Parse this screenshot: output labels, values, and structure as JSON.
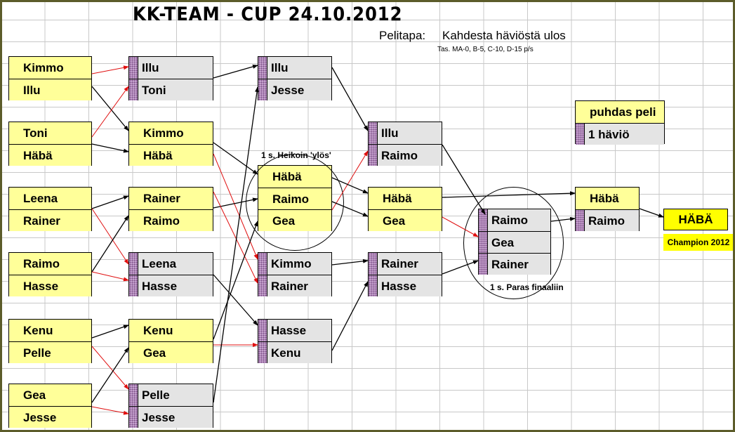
{
  "title": "KK-TEAM - CUP 24.10.2012",
  "game_format": {
    "label": "Pelitapa:",
    "value": "Kahdesta häviöstä ulos"
  },
  "scoring": "Tas. MA-0, B-5, C-10, D-15 p/s",
  "legend": {
    "clean": "puhdas peli",
    "one_loss": "1 häviö"
  },
  "round1": [
    {
      "top": "Kimmo",
      "bottom": "Illu"
    },
    {
      "top": "Toni",
      "bottom": "Häbä"
    },
    {
      "top": "Leena",
      "bottom": "Rainer"
    },
    {
      "top": "Raimo",
      "bottom": "Hasse"
    },
    {
      "top": "Kenu",
      "bottom": "Pelle"
    },
    {
      "top": "Gea",
      "bottom": "Jesse"
    }
  ],
  "round2": {
    "loser_illu_toni": {
      "top": "Illu",
      "bottom": "Toni"
    },
    "winner_kimmo_haba": {
      "top": "Kimmo",
      "bottom": "Häbä"
    },
    "winner_rainer_raimo": {
      "top": "Rainer",
      "bottom": "Raimo"
    },
    "loser_leena_hasse": {
      "top": "Leena",
      "bottom": "Hasse"
    },
    "winner_kenu_gea": {
      "top": "Kenu",
      "bottom": "Gea"
    },
    "loser_pelle_jesse": {
      "top": "Pelle",
      "bottom": "Jesse"
    }
  },
  "round3": {
    "loser_illu_jesse": {
      "top": "Illu",
      "bottom": "Jesse"
    },
    "winner_trio": {
      "a": "Häbä",
      "b": "Raimo",
      "c": "Gea"
    },
    "loser_kimmo_rainer": {
      "top": "Kimmo",
      "bottom": "Rainer"
    },
    "loser_hasse_kenu": {
      "top": "Hasse",
      "bottom": "Kenu"
    }
  },
  "round4": {
    "loser_illu_raimo": {
      "top": "Illu",
      "bottom": "Raimo"
    },
    "winner_haba_gea": {
      "top": "Häbä",
      "bottom": "Gea"
    },
    "loser_rainer_hasse": {
      "top": "Rainer",
      "bottom": "Hasse"
    }
  },
  "semifinal": {
    "a": "Raimo",
    "b": "Gea",
    "c": "Rainer"
  },
  "final": {
    "top": "Häbä",
    "bottom": "Raimo"
  },
  "winner": "HÄBÄ",
  "champion_label": "Champion 2012",
  "notes": {
    "weakest_up": "1 s. Heikoin 'ylös'",
    "best_to_final": "1 s. Paras finaaliin"
  },
  "colors": {
    "winner_cell": "#ffff99",
    "loser_cell": "#e4e4e4",
    "loss_marker": "#c7a3cf",
    "champion": "#ffff00",
    "loser_arrow": "#e01010",
    "winner_arrow": "#000000"
  }
}
